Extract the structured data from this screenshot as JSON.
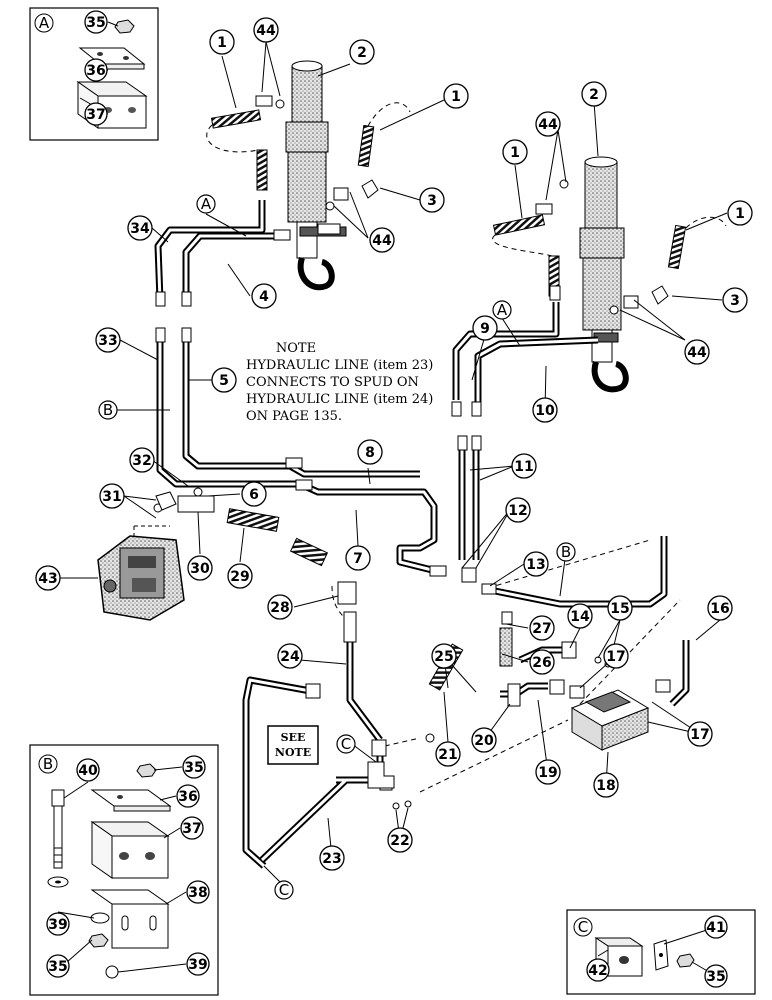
{
  "note": {
    "title": "NOTE",
    "lines": [
      "HYDRAULIC LINE (item 23)",
      "CONNECTS TO SPUD ON",
      "HYDRAULIC LINE (item 24)",
      "ON PAGE 135."
    ]
  },
  "see_note": {
    "line1": "SEE",
    "line2": "NOTE"
  },
  "insets": {
    "a": {
      "letter": "A"
    },
    "b": {
      "letter": "B"
    },
    "c": {
      "letter": "C"
    }
  },
  "callouts": {
    "c1a": "1",
    "c2a": "2",
    "c44a": "44",
    "c1b": "1",
    "c3a": "3",
    "c44b": "44",
    "c34": "34",
    "cA1": "A",
    "c4": "4",
    "c1c": "1",
    "c44c": "44",
    "c2b": "2",
    "c1d": "1",
    "c3b": "3",
    "c44d": "44",
    "c9": "9",
    "cA2": "A",
    "c10": "10",
    "c33": "33",
    "c5": "5",
    "cB1": "B",
    "c8": "8",
    "c11": "11",
    "c12": "12",
    "c13": "13",
    "cB2": "B",
    "c32": "32",
    "c6": "6",
    "c31": "31",
    "c7": "7",
    "c30": "30",
    "c29": "29",
    "c43": "43",
    "c28": "28",
    "c27": "27",
    "c26": "26",
    "c14": "14",
    "c15": "15",
    "c16": "16",
    "c24": "24",
    "c25": "25",
    "c17a": "17",
    "c17b": "17",
    "cC1": "C",
    "c21": "21",
    "c20": "20",
    "c19": "19",
    "c18": "18",
    "c22": "22",
    "c23": "23",
    "cC2": "C",
    "i35a": "35",
    "i36a": "36",
    "i37a": "37",
    "i40": "40",
    "i35b": "35",
    "i36b": "36",
    "i37b": "37",
    "i38": "38",
    "i39a": "39",
    "i35c": "35",
    "i39b": "39",
    "i41": "41",
    "i42": "42",
    "i35d": "35"
  }
}
